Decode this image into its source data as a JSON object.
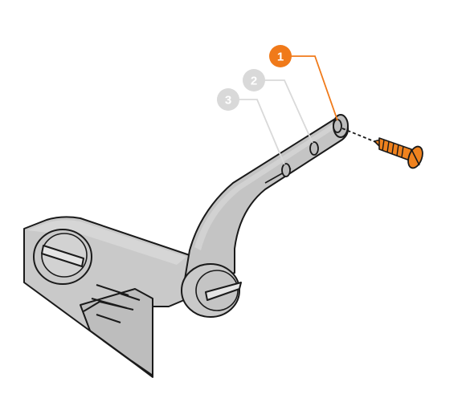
{
  "callouts": [
    {
      "label": "1",
      "active": true
    },
    {
      "label": "2",
      "active": false
    },
    {
      "label": "3",
      "active": false
    }
  ],
  "colors": {
    "accent": "#f07a1a",
    "inactive_callout": "#d9d9d9",
    "part_fill": "#c9c9c9",
    "part_fill_light": "#d6d6d6",
    "outline": "#1a1a1a",
    "screw": "#f0821e"
  },
  "icons": {
    "screw": "screw-icon",
    "arm": "lever-arm",
    "knob": "slotted-knob"
  }
}
